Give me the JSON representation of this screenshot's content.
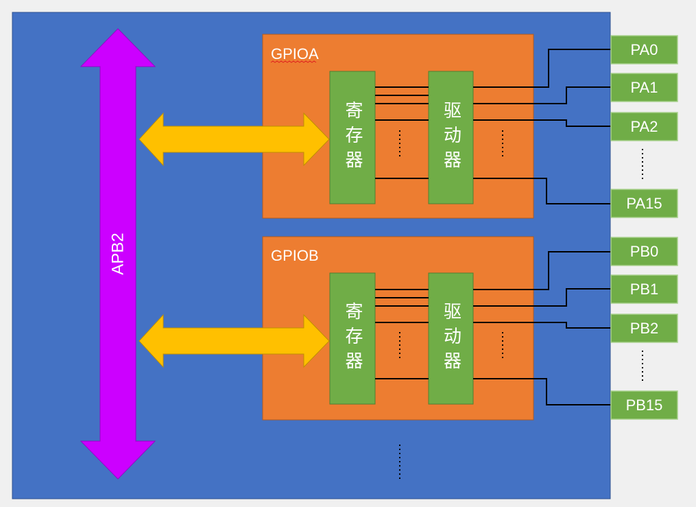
{
  "diagram": {
    "bus_label": "APB2",
    "modules": [
      {
        "name": "GPIOA",
        "register_label": "寄存器",
        "driver_label": "驱动器",
        "pins": [
          "PA0",
          "PA1",
          "PA2",
          "PA15"
        ]
      },
      {
        "name": "GPIOB",
        "register_label": "寄存器",
        "driver_label": "驱动器",
        "pins": [
          "PB0",
          "PB1",
          "PB2",
          "PB15"
        ]
      }
    ]
  },
  "colors": {
    "background": "#f0f0f0",
    "chip": "#4472c4",
    "bus": "#cc00ff",
    "module": "#ed7d31",
    "block": "#70ad47",
    "link": "#ffc000",
    "pin": "#70ad47",
    "wire": "#000000"
  }
}
